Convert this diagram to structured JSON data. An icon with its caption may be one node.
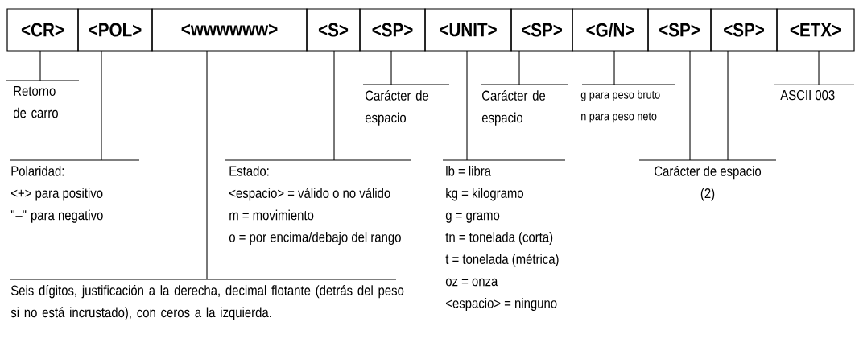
{
  "diagram": {
    "nodes": [
      {
        "text": [
          "<CR>"
        ]
      },
      {
        "text": [
          "<POL>"
        ]
      },
      {
        "text": [
          "<wwwwww>"
        ]
      },
      {
        "text": [
          "<S>"
        ]
      },
      {
        "text": [
          "<SP>"
        ]
      },
      {
        "text": [
          "<UNIT>"
        ]
      },
      {
        "text": [
          "<SP>"
        ]
      },
      {
        "text": [
          "<G/N>"
        ]
      },
      {
        "text": [
          "<SP>"
        ]
      },
      {
        "text": [
          "<SP>"
        ]
      },
      {
        "text": [
          "<ETX>"
        ]
      },
      {
        "text": [
          "Retorno de carro"
        ]
      },
      {
        "text": [
          "Carácter de espacio"
        ]
      },
      {
        "text": [
          "Carácter de espacio"
        ]
      },
      {
        "text": [
          "g para peso bruto",
          "n para peso neto"
        ]
      },
      {
        "text": [
          "ASCII 003"
        ]
      },
      {
        "text": [
          "Polaridad:",
          "<+> para positivo",
          "\"–\" para negativo"
        ]
      },
      {
        "text": [
          "Estado:",
          "<espacio> = válido o no válido",
          "m = movimiento",
          "o = por encima/debajo del rango"
        ]
      },
      {
        "text": [
          "lb = libra",
          "kg = kilogramo",
          "g = gramo",
          "tn = tonelada (corta)",
          "t = tonelada (métrica)",
          "oz = onza",
          "<espacio> = ninguno"
        ]
      },
      {
        "text": [
          "Carácter de espacio",
          "(2)"
        ]
      },
      {
        "text": [
          "Seis dígitos, justificación a la derecha, decimal flotante (detrás del peso si no está incrustado), con ceros a la izquierda."
        ]
      }
    ],
    "edges": [
      {
        "from": 11,
        "to": 0,
        "arrow": "none"
      },
      {
        "from": 16,
        "to": 1,
        "arrow": "none"
      },
      {
        "from": 20,
        "to": 2,
        "arrow": "none"
      },
      {
        "from": 17,
        "to": 3,
        "arrow": "none"
      },
      {
        "from": 12,
        "to": 4,
        "arrow": "none"
      },
      {
        "from": 18,
        "to": 5,
        "arrow": "none"
      },
      {
        "from": 13,
        "to": 6,
        "arrow": "none"
      },
      {
        "from": 14,
        "to": 7,
        "arrow": "none"
      },
      {
        "from": 19,
        "to": 8,
        "arrow": "none"
      },
      {
        "from": 19,
        "to": 9,
        "arrow": "none"
      },
      {
        "from": 15,
        "to": 10,
        "arrow": "none"
      }
    ]
  }
}
